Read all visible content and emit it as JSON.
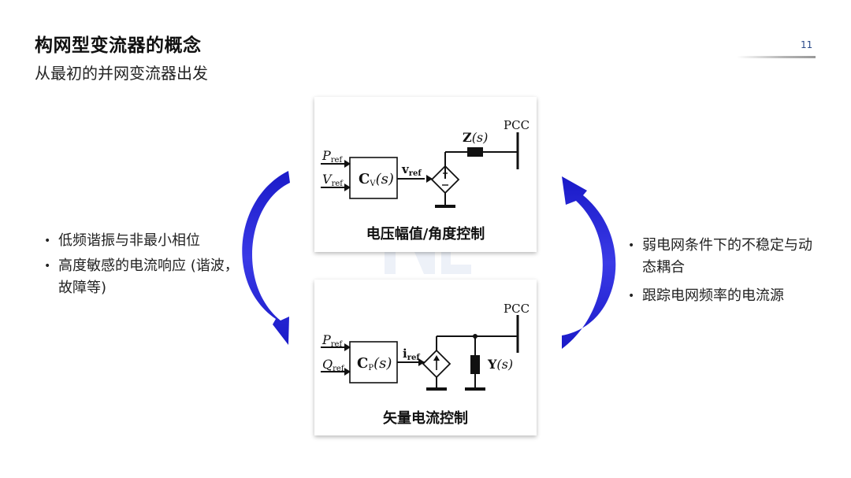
{
  "header": {
    "title": "构网型变流器的概念",
    "subtitle": "从最初的并网变流器出发",
    "page_number": "11"
  },
  "top_panel": {
    "caption": "电压幅值/角度控制",
    "pcc": "PCC",
    "input1": {
      "main": "P",
      "sub": "ref"
    },
    "input2": {
      "main": "V",
      "sub": "ref"
    },
    "controller": {
      "main": "C",
      "sub": "V",
      "arg": "(s)"
    },
    "signal": {
      "main": "v",
      "sub": "ref"
    },
    "impedance": {
      "main": "Z",
      "arg": "(s)"
    }
  },
  "bottom_panel": {
    "caption": "矢量电流控制",
    "pcc": "PCC",
    "input1": {
      "main": "P",
      "sub": "ref"
    },
    "input2": {
      "main": "Q",
      "sub": "ref"
    },
    "controller": {
      "main": "C",
      "sub": "P",
      "arg": "(s)"
    },
    "signal": {
      "main": "i",
      "sub": "ref"
    },
    "admittance": {
      "main": "Y",
      "arg": "(s)"
    }
  },
  "left_notes": [
    "低频谐振与非最小相位",
    "高度敏感的电流响应 (谐波，故障等)"
  ],
  "right_notes": [
    "弱电网条件下的不稳定与动态耦合",
    "跟踪电网频率的电流源"
  ],
  "colors": {
    "arrow": "#2b2bd8",
    "title": "#111111",
    "page_number": "#2a4a8a"
  }
}
